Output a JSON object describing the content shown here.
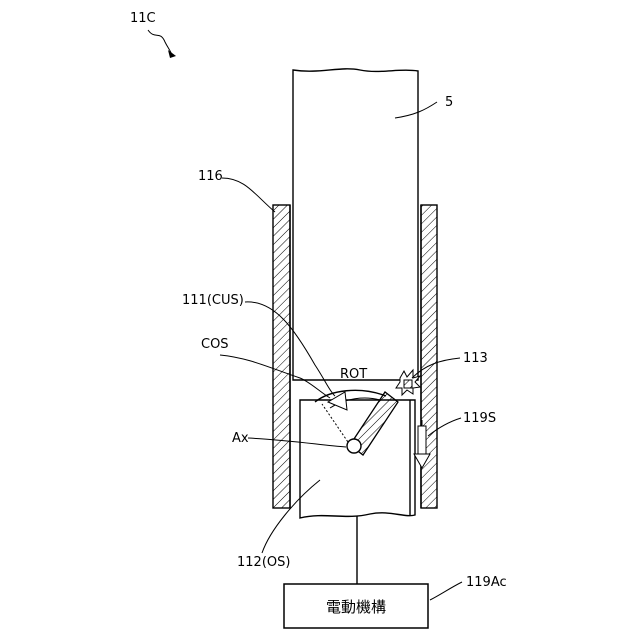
{
  "figure": {
    "id_label": "11C",
    "labels": {
      "shaft": "5",
      "housing": "116",
      "cushion": "111(CUS)",
      "cos": "COS",
      "rot": "ROT",
      "contact": "113",
      "axis": "Ax",
      "slide": "119S",
      "object": "112(OS)",
      "actuator": "119Ac"
    },
    "actuator_box_text": "電動機構"
  }
}
